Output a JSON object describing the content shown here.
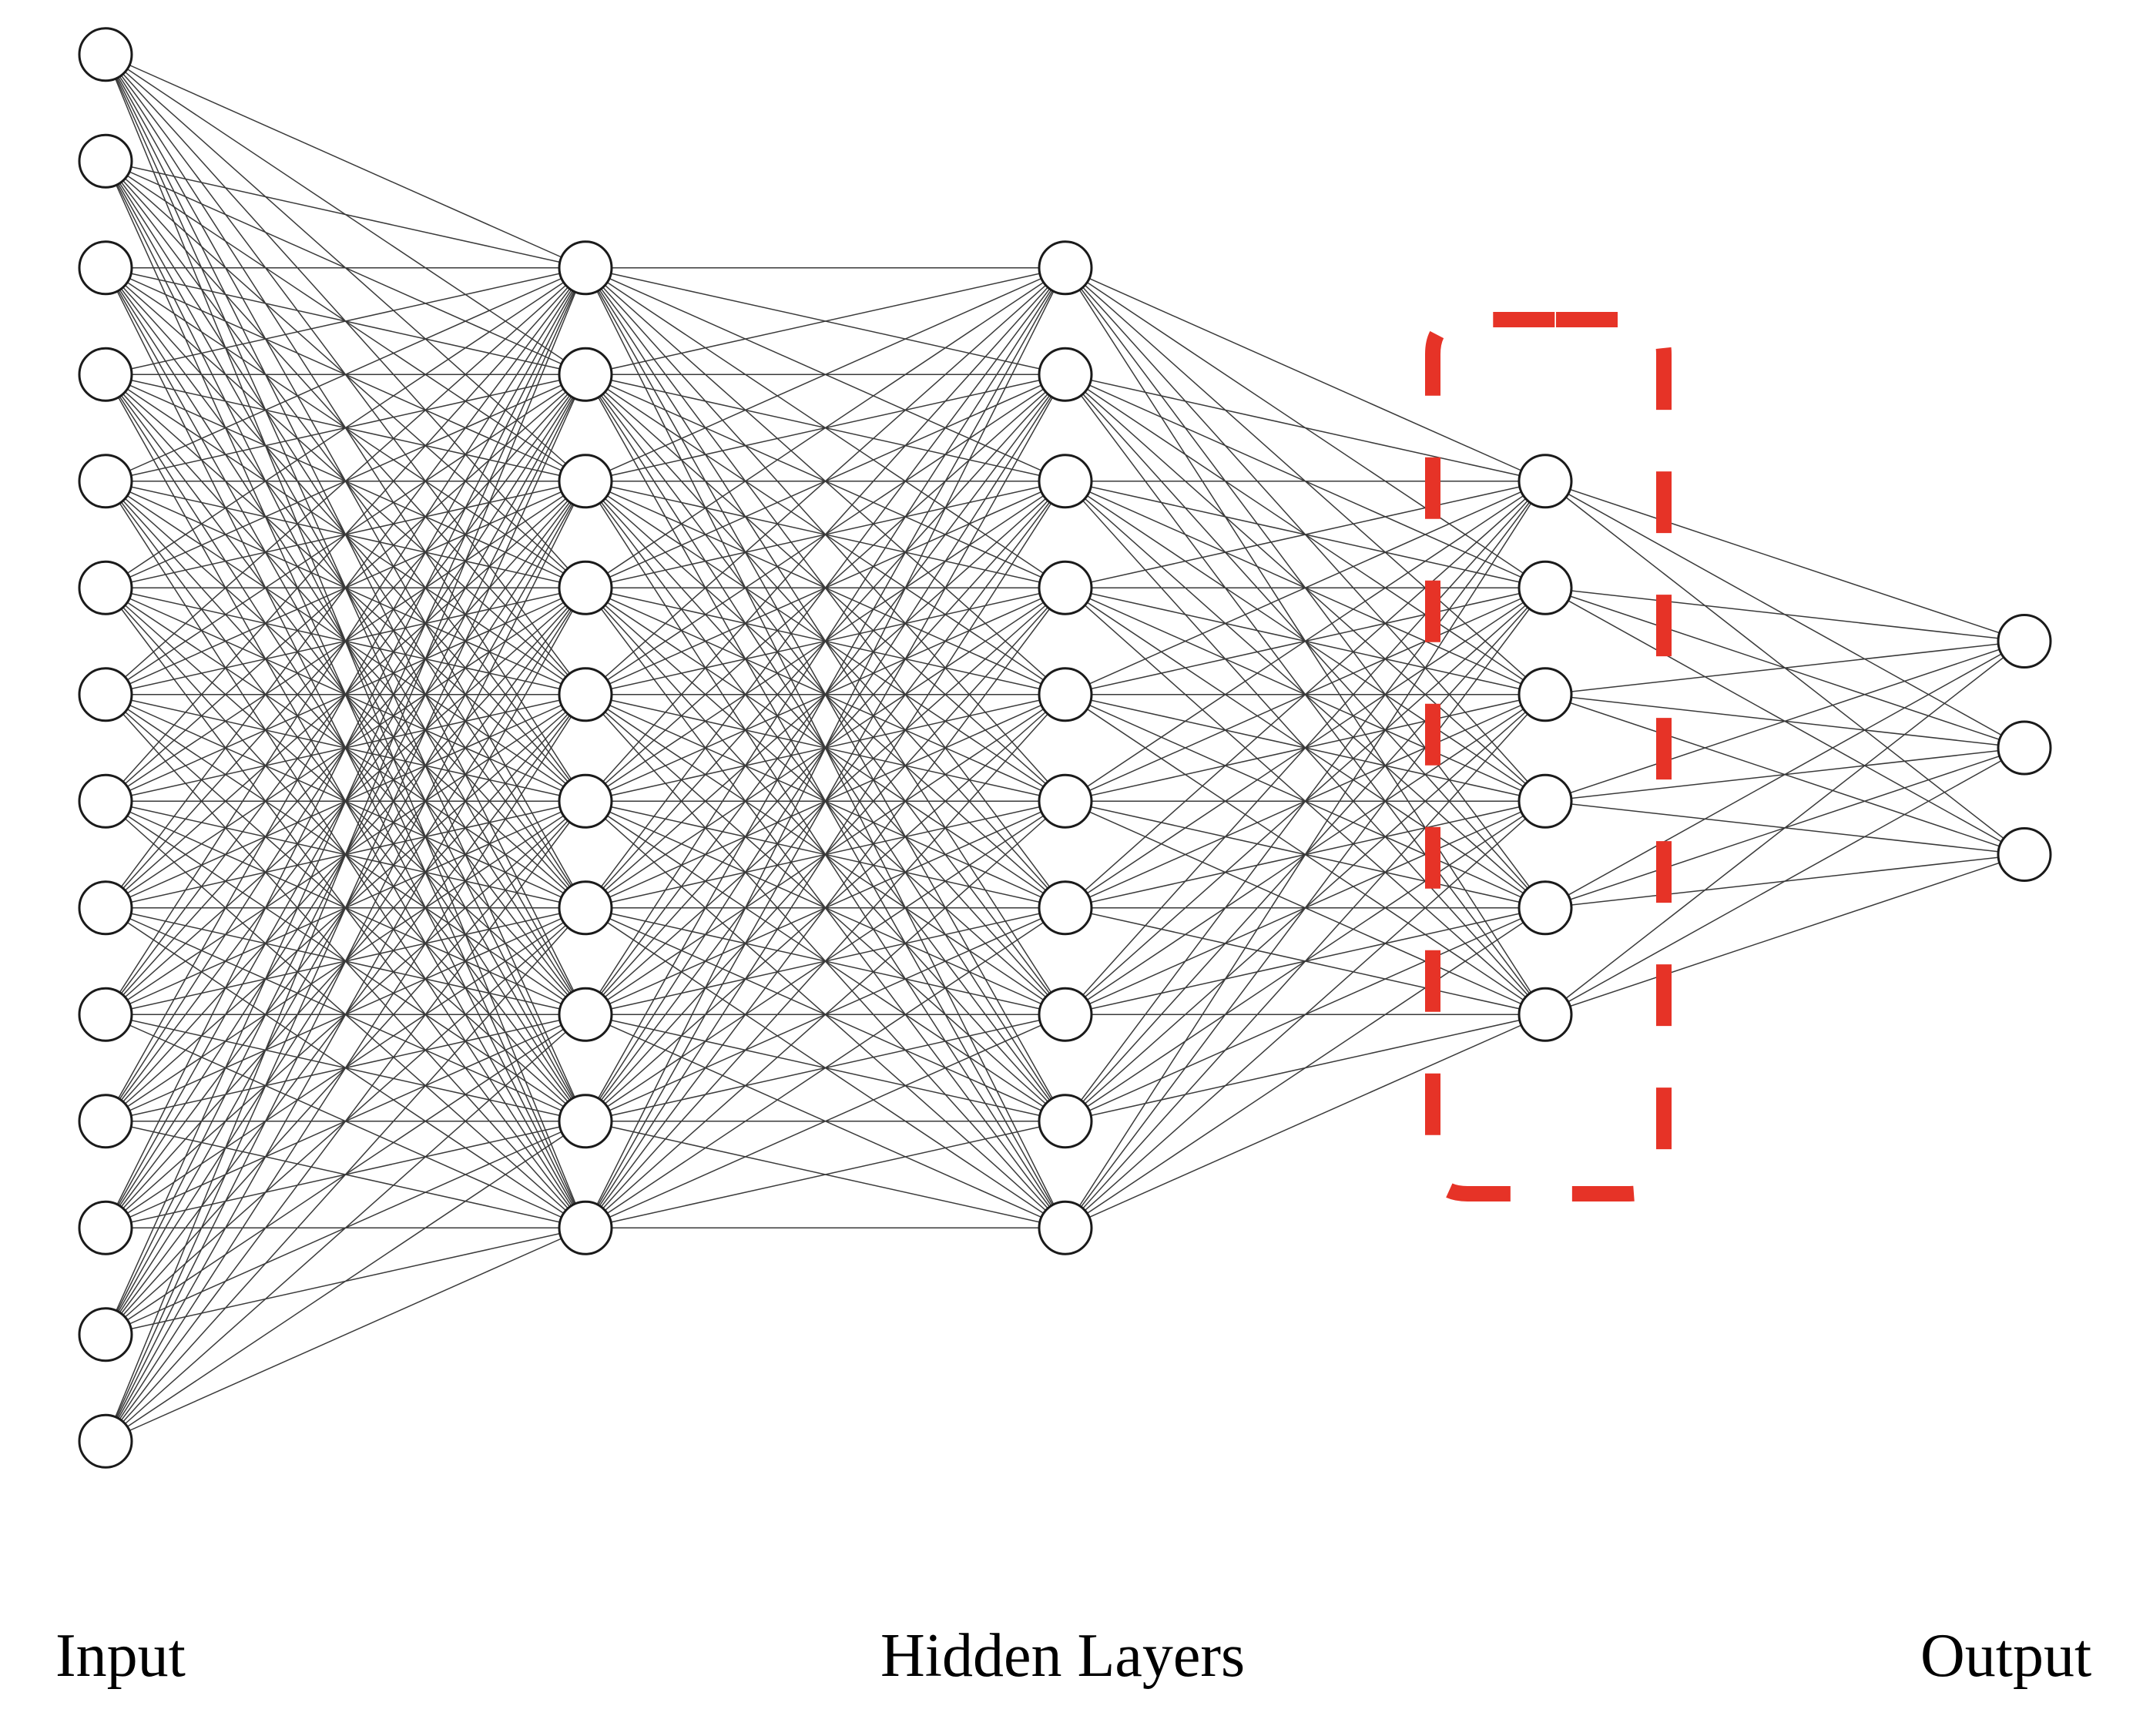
{
  "labels": {
    "input": "Input",
    "hidden": "Hidden Layers",
    "output": "Output"
  },
  "network": {
    "layers": [
      {
        "name": "input",
        "neurons": 14
      },
      {
        "name": "hidden-1",
        "neurons": 10
      },
      {
        "name": "hidden-2",
        "neurons": 10
      },
      {
        "name": "hidden-3",
        "neurons": 6
      },
      {
        "name": "output",
        "neurons": 3
      }
    ],
    "fully_connected": true,
    "highlighted_layer": "hidden-3"
  },
  "colors": {
    "highlight": "#e63327",
    "node_fill": "#ffffff",
    "node_stroke": "#1a1a1a",
    "edge": "#3a3a3a",
    "text": "#000000"
  }
}
